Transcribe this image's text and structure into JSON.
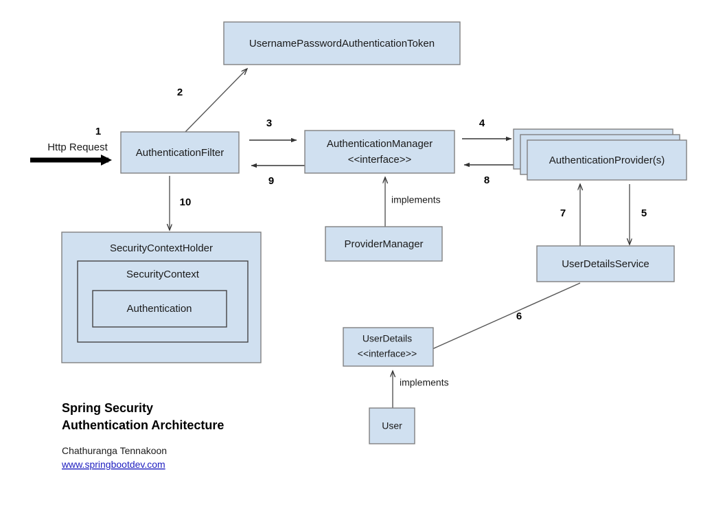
{
  "diagram": {
    "title": "Spring Security Authentication Architecture",
    "colors": {
      "box_fill": "#d0e0f0",
      "box_stroke": "#808080",
      "inner_stroke": "#444444",
      "line": "#333333",
      "text": "#1a1a1a",
      "link": "#2020c0",
      "background": "#ffffff"
    },
    "nodes": {
      "token": {
        "label": "UsernamePasswordAuthenticationToken"
      },
      "filter": {
        "label": "AuthenticationFilter"
      },
      "manager": {
        "label_line1": "AuthenticationManager",
        "label_line2": "<<interface>>"
      },
      "provider": {
        "label": "AuthenticationProvider(s)"
      },
      "provider_manager": {
        "label": "ProviderManager"
      },
      "user_details_service": {
        "label": "UserDetailsService"
      },
      "user_details": {
        "label_line1": "UserDetails",
        "label_line2": "<<interface>>"
      },
      "user": {
        "label": "User"
      },
      "security_context_holder": {
        "label": "SecurityContextHolder"
      },
      "security_context": {
        "label": "SecurityContext"
      },
      "authentication": {
        "label": "Authentication"
      }
    },
    "edges": {
      "http_request_label": "Http Request",
      "implements_manager": "implements",
      "implements_userdetails": "implements",
      "steps": {
        "s1": "1",
        "s2": "2",
        "s3": "3",
        "s4": "4",
        "s5": "5",
        "s6": "6",
        "s7": "7",
        "s8": "8",
        "s9": "9",
        "s10": "10"
      }
    },
    "caption": {
      "title_line1": "Spring Security",
      "title_line2": "Authentication Architecture",
      "author": "Chathuranga Tennakoon",
      "website": "www.springbootdev.com"
    }
  }
}
